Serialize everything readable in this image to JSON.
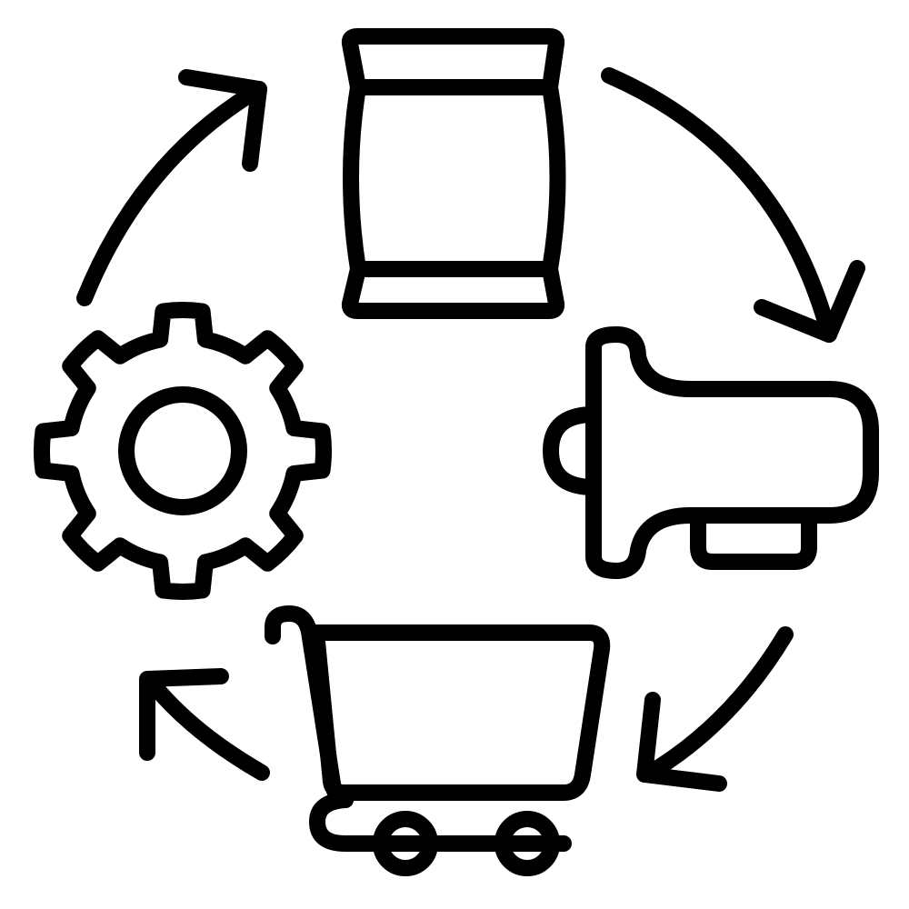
{
  "diagram": {
    "type": "cycle",
    "direction": "clockwise",
    "colors": {
      "background": "#ffffff",
      "stroke": "#000000"
    },
    "nodes": [
      {
        "id": "package",
        "icon": "package-bag-icon"
      },
      {
        "id": "marketing",
        "icon": "megaphone-icon"
      },
      {
        "id": "purchase",
        "icon": "shopping-cart-icon"
      },
      {
        "id": "production",
        "icon": "gear-icon"
      }
    ],
    "connectors": [
      {
        "from": "package",
        "to": "marketing",
        "icon": "curved-arrow-icon"
      },
      {
        "from": "marketing",
        "to": "purchase",
        "icon": "curved-arrow-icon"
      },
      {
        "from": "purchase",
        "to": "production",
        "icon": "curved-arrow-icon"
      },
      {
        "from": "production",
        "to": "package",
        "icon": "curved-arrow-icon"
      }
    ]
  }
}
